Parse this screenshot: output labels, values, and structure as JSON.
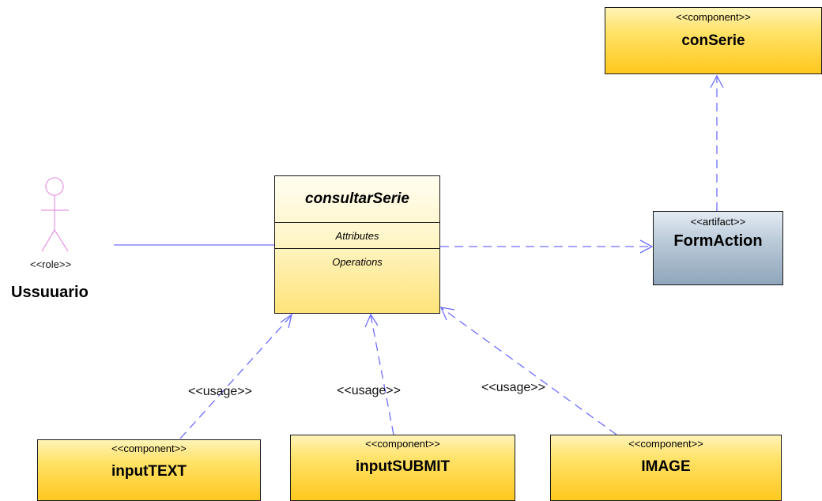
{
  "actor": {
    "stereotype": "<<role>>",
    "name": "Ussuuario",
    "color": "#e79be6"
  },
  "class_box": {
    "name": "consultarSerie",
    "attributes_label": "Attributes",
    "operations_label": "Operations"
  },
  "artifact": {
    "stereotype": "<<artifact>>",
    "name": "FormAction"
  },
  "components": {
    "conSerie": {
      "stereotype": "<<component>>",
      "name": "conSerie"
    },
    "inputText": {
      "stereotype": "<<component>>",
      "name": "inputTEXT"
    },
    "inputSubmit": {
      "stereotype": "<<component>>",
      "name": "inputSUBMIT"
    },
    "image": {
      "stereotype": "<<component>>",
      "name": "IMAGE"
    }
  },
  "usage_labels": [
    "<<usage>>",
    "<<usage>>",
    "<<usage>>"
  ],
  "colors": {
    "connector": "#6d6dff",
    "component_fill": "#ffd733",
    "artifact_fill": "#a9bccd"
  }
}
